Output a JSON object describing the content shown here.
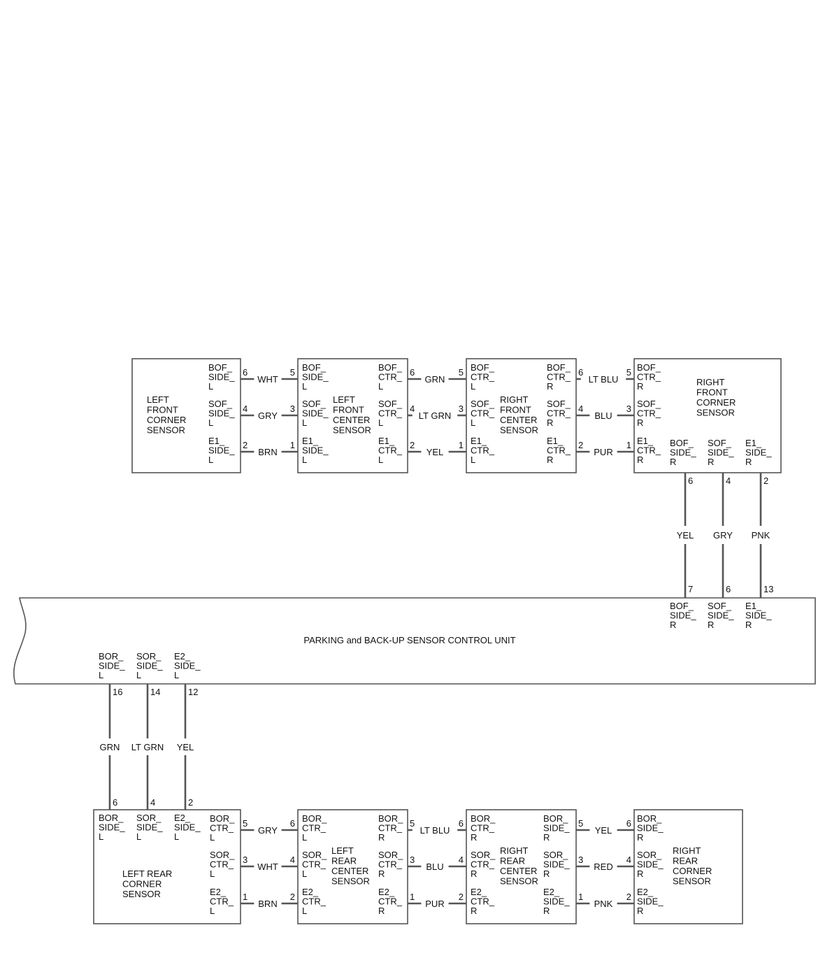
{
  "control_unit": {
    "label": "PARKING and BACK-UP SENSOR CONTROL UNIT"
  },
  "sensors": {
    "left_front_corner": {
      "name": [
        "LEFT",
        "FRONT",
        "CORNER",
        "SENSOR"
      ]
    },
    "left_front_center": {
      "name": [
        "LEFT",
        "FRONT",
        "CENTER",
        "SENSOR"
      ]
    },
    "right_front_center": {
      "name": [
        "RIGHT",
        "FRONT",
        "CENTER",
        "SENSOR"
      ]
    },
    "right_front_corner": {
      "name": [
        "RIGHT",
        "FRONT",
        "CORNER",
        "SENSOR"
      ]
    },
    "left_rear_corner": {
      "name": [
        "LEFT REAR",
        "CORNER",
        "SENSOR"
      ]
    },
    "left_rear_center": {
      "name": [
        "LEFT",
        "REAR",
        "CENTER",
        "SENSOR"
      ]
    },
    "right_rear_center": {
      "name": [
        "RIGHT",
        "REAR",
        "CENTER",
        "SENSOR"
      ]
    },
    "right_rear_corner": {
      "name": [
        "RIGHT",
        "REAR",
        "CORNER",
        "SENSOR"
      ]
    }
  },
  "terminals": {
    "lfc_r": [
      [
        "BOF_",
        "SIDE_",
        "L"
      ],
      [
        "SOF_",
        "SIDE_",
        "L"
      ],
      [
        "E1_",
        "SIDE_",
        "L"
      ]
    ],
    "lfcn_l": [
      [
        "BOF_",
        "SIDE_",
        "L"
      ],
      [
        "SOF_",
        "SIDE_",
        "L"
      ],
      [
        "E1_",
        "SIDE_",
        "L"
      ]
    ],
    "lfcn_r": [
      [
        "BOF_",
        "CTR_",
        "L"
      ],
      [
        "SOF_",
        "CTR_",
        "L"
      ],
      [
        "E1_",
        "CTR_",
        "L"
      ]
    ],
    "rfcn_l": [
      [
        "BOF_",
        "CTR_",
        "L"
      ],
      [
        "SOF_",
        "CTR_",
        "L"
      ],
      [
        "E1_",
        "CTR_",
        "L"
      ]
    ],
    "rfcn_r": [
      [
        "BOF_",
        "CTR_",
        "R"
      ],
      [
        "SOF_",
        "CTR_",
        "R"
      ],
      [
        "E1_",
        "CTR_",
        "R"
      ]
    ],
    "rfc_l": [
      [
        "BOF_",
        "CTR_",
        "R"
      ],
      [
        "SOF_",
        "CTR_",
        "R"
      ],
      [
        "E1_",
        "CTR_",
        "R"
      ]
    ],
    "rfc_b": [
      [
        "BOF_",
        "SIDE_",
        "R"
      ],
      [
        "SOF_",
        "SIDE_",
        "R"
      ],
      [
        "E1_",
        "SIDE_",
        "R"
      ]
    ],
    "cu_top": [
      [
        "BOF_",
        "SIDE_",
        "R"
      ],
      [
        "SOF_",
        "SIDE_",
        "R"
      ],
      [
        "E1_",
        "SIDE_",
        "R"
      ]
    ],
    "cu_bottom": [
      [
        "BOR_",
        "SIDE_",
        "L"
      ],
      [
        "SOR_",
        "SIDE_",
        "L"
      ],
      [
        "E2_",
        "SIDE_",
        "L"
      ]
    ],
    "lrc_t": [
      [
        "BOR_",
        "SIDE_",
        "L"
      ],
      [
        "SOR_",
        "SIDE_",
        "L"
      ],
      [
        "E2_",
        "SIDE_",
        "L"
      ]
    ],
    "lrc_r": [
      [
        "BOR_",
        "CTR_",
        "L"
      ],
      [
        "SOR_",
        "CTR_",
        "L"
      ],
      [
        "E2_",
        "CTR_",
        "L"
      ]
    ],
    "lrcn_l": [
      [
        "BOR_",
        "CTR_",
        "L"
      ],
      [
        "SOR_",
        "CTR_",
        "L"
      ],
      [
        "E2_",
        "CTR_",
        "L"
      ]
    ],
    "lrcn_r": [
      [
        "BOR_",
        "CTR_",
        "R"
      ],
      [
        "SOR_",
        "CTR_",
        "R"
      ],
      [
        "E2_",
        "CTR_",
        "R"
      ]
    ],
    "rrcn_l": [
      [
        "BOR_",
        "CTR_",
        "R"
      ],
      [
        "SOR_",
        "CTR_",
        "R"
      ],
      [
        "E2_",
        "CTR_",
        "R"
      ]
    ],
    "rrcn_r": [
      [
        "BOR_",
        "SIDE_",
        "R"
      ],
      [
        "SOR_",
        "SIDE_",
        "R"
      ],
      [
        "E2_",
        "SIDE_",
        "R"
      ]
    ],
    "rrc_l": [
      [
        "BOR_",
        "SIDE_",
        "R"
      ],
      [
        "SOR_",
        "SIDE_",
        "R"
      ],
      [
        "E2_",
        "SIDE_",
        "R"
      ]
    ]
  },
  "wires_front": [
    {
      "from_pin": "6",
      "color": "WHT",
      "to_pin": "5"
    },
    {
      "from_pin": "4",
      "color": "GRY",
      "to_pin": "3"
    },
    {
      "from_pin": "2",
      "color": "BRN",
      "to_pin": "1"
    },
    {
      "from_pin": "6",
      "color": "GRN",
      "to_pin": "5"
    },
    {
      "from_pin": "4",
      "color": "LT GRN",
      "to_pin": "3"
    },
    {
      "from_pin": "2",
      "color": "YEL",
      "to_pin": "1"
    },
    {
      "from_pin": "6",
      "color": "LT BLU",
      "to_pin": "5"
    },
    {
      "from_pin": "4",
      "color": "BLU",
      "to_pin": "3"
    },
    {
      "from_pin": "2",
      "color": "PUR",
      "to_pin": "1"
    }
  ],
  "wires_front_to_unit": [
    {
      "sensor_pin": "6",
      "color": "YEL",
      "unit_pin": "7"
    },
    {
      "sensor_pin": "4",
      "color": "GRY",
      "unit_pin": "6"
    },
    {
      "sensor_pin": "2",
      "color": "PNK",
      "unit_pin": "13"
    }
  ],
  "wires_unit_to_rear": [
    {
      "unit_pin": "16",
      "color": "GRN",
      "sensor_pin": "6"
    },
    {
      "unit_pin": "14",
      "color": "LT GRN",
      "sensor_pin": "4"
    },
    {
      "unit_pin": "12",
      "color": "YEL",
      "sensor_pin": "2"
    }
  ],
  "wires_rear": [
    {
      "from_pin": "5",
      "color": "GRY",
      "to_pin": "6"
    },
    {
      "from_pin": "3",
      "color": "WHT",
      "to_pin": "4"
    },
    {
      "from_pin": "1",
      "color": "BRN",
      "to_pin": "2"
    },
    {
      "from_pin": "5",
      "color": "LT BLU",
      "to_pin": "6"
    },
    {
      "from_pin": "3",
      "color": "BLU",
      "to_pin": "4"
    },
    {
      "from_pin": "1",
      "color": "PUR",
      "to_pin": "2"
    },
    {
      "from_pin": "5",
      "color": "YEL",
      "to_pin": "6"
    },
    {
      "from_pin": "3",
      "color": "RED",
      "to_pin": "4"
    },
    {
      "from_pin": "1",
      "color": "PNK",
      "to_pin": "2"
    }
  ]
}
